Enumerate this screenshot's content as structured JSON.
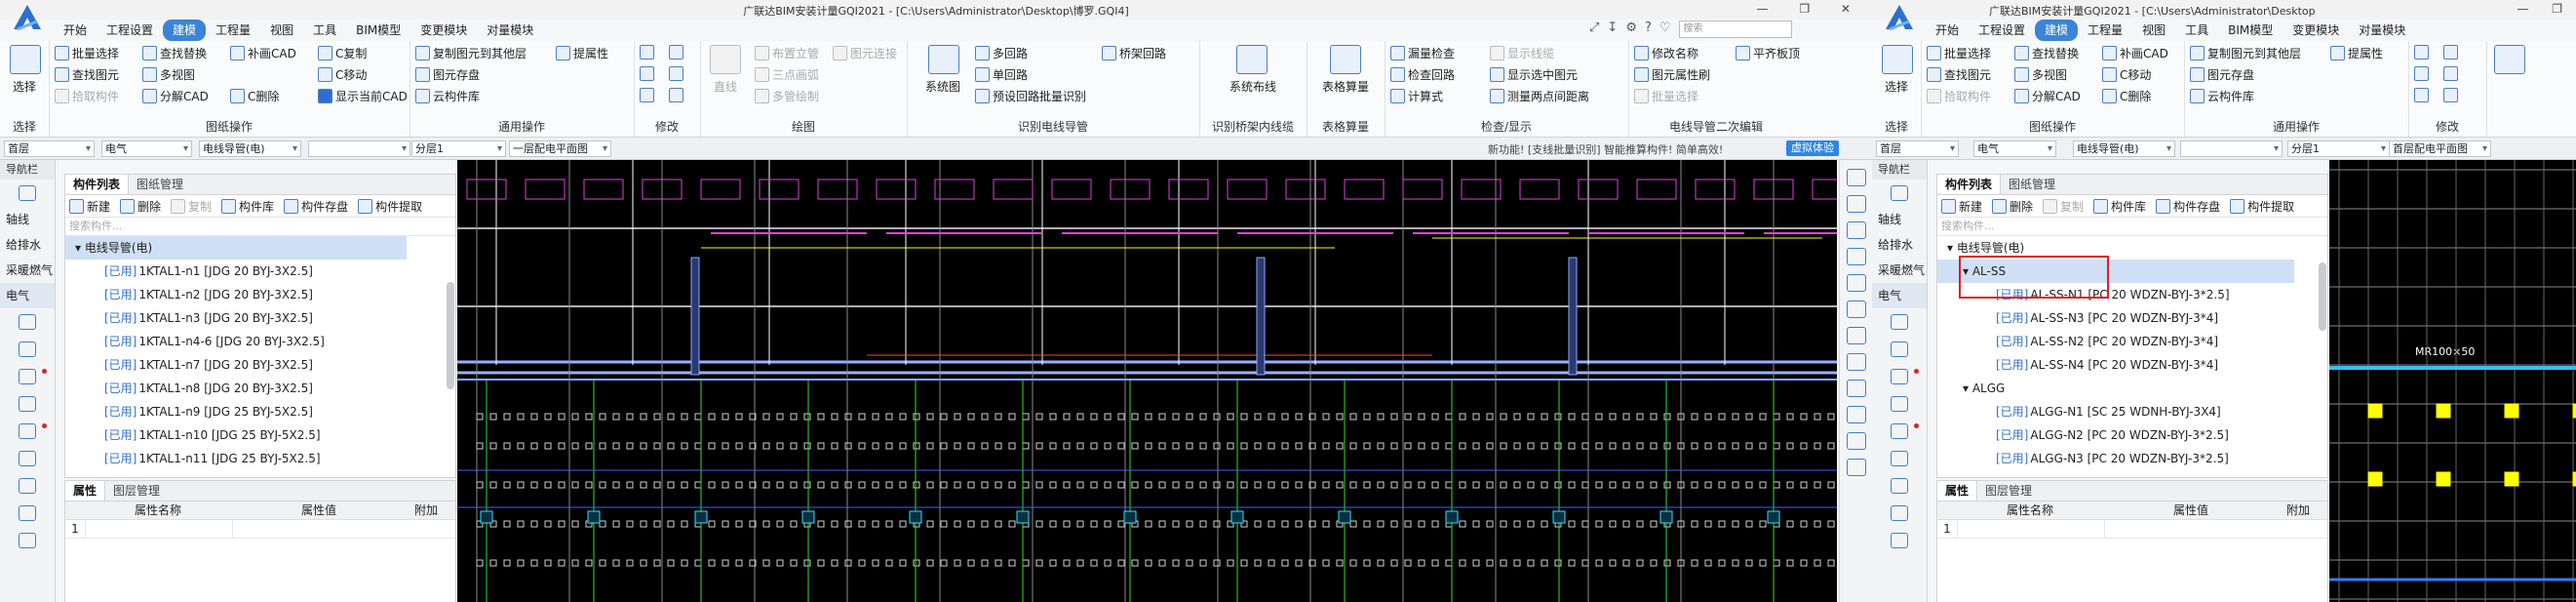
{
  "left_window": {
    "title": "广联达BIM安装计量GQI2021 - [C:\\Users\\Administrator\\Desktop\\博罗.GQI4]",
    "menu": [
      "开始",
      "工程设置",
      "建模",
      "工程量",
      "视图",
      "工具",
      "BIM模型",
      "变更模块",
      "对量模块"
    ],
    "active_menu": "建模",
    "search_placeholder": "搜索",
    "ribbon": {
      "select": {
        "big": "选择",
        "label": "选择"
      },
      "drawing_ops": {
        "label": "图纸操作",
        "items": [
          "批量选择",
          "查找替换",
          "补画CAD",
          "C复制",
          "查找图元",
          "多视图",
          "C移动",
          "拾取构件",
          "分解CAD",
          "C删除",
          "显示当前CAD"
        ]
      },
      "common_ops": {
        "label": "通用操作",
        "items": [
          "复制图元到其他层",
          "提属性",
          "图元存盘",
          "云构件库"
        ]
      },
      "modify": {
        "label": "修改"
      },
      "draw": {
        "label": "绘图",
        "items": [
          "直线",
          "布置立管",
          "图元连接",
          "三点画弧",
          "多管绘制"
        ]
      },
      "identify": {
        "label": "识别电线导管",
        "items": [
          "系统图",
          "多回路",
          "单回路",
          "桥架回路",
          "预设回路批量识别"
        ]
      },
      "tray": {
        "label": "识别桥架内线缆",
        "items": [
          "系统布线"
        ]
      },
      "table": {
        "label": "表格算量",
        "items": [
          "表格算量"
        ]
      },
      "check": {
        "label": "检查/显示",
        "items": [
          "漏量检查",
          "显示线缆",
          "检查回路",
          "显示选中图元",
          "计算式",
          "测量两点间距离"
        ]
      },
      "secondary": {
        "label": "电线导管二次编辑",
        "items": [
          "修改名称",
          "平齐板顶",
          "图元属性刷",
          "批量选择"
        ]
      }
    },
    "propbar": {
      "floor": "首层",
      "discipline": "电气",
      "type": "电线导管(电)",
      "blank": "",
      "sub": "分层1",
      "view": "一层配电平面图",
      "notice": "新功能!  [支线批量识别] 智能推算构件!  简单高效!",
      "try_button": "虚拟体验"
    },
    "nav": {
      "head": "导航栏",
      "items": [
        "轴线",
        "给排水",
        "采暖燃气",
        "电气"
      ]
    },
    "component_panel": {
      "tabs": [
        "构件列表",
        "图纸管理"
      ],
      "toolbar": [
        "新建",
        "删除",
        "复制",
        "构件库",
        "构件存盘",
        "构件提取"
      ],
      "search_placeholder": "搜索构件...",
      "root": "电线导管(电)",
      "rows": [
        {
          "used": "[已用]",
          "text": "1KTAL1-n1 [JDG 20 BYJ-3X2.5]"
        },
        {
          "used": "[已用]",
          "text": "1KTAL1-n2 [JDG 20 BYJ-3X2.5]"
        },
        {
          "used": "[已用]",
          "text": "1KTAL1-n3 [JDG 20 BYJ-3X2.5]"
        },
        {
          "used": "[已用]",
          "text": "1KTAL1-n4-6 [JDG 20 BYJ-3X2.5]"
        },
        {
          "used": "[已用]",
          "text": "1KTAL1-n7 [JDG 20 BYJ-3X2.5]"
        },
        {
          "used": "[已用]",
          "text": "1KTAL1-n8 [JDG 20 BYJ-3X2.5]"
        },
        {
          "used": "[已用]",
          "text": "1KTAL1-n9 [JDG 25 BYJ-5X2.5]"
        },
        {
          "used": "[已用]",
          "text": "1KTAL1-n10 [JDG 25 BYJ-5X2.5]"
        },
        {
          "used": "[已用]",
          "text": "1KTAL1-n11 [JDG 25 BYJ-5X2.5]"
        }
      ]
    },
    "property_panel": {
      "tabs": [
        "属性",
        "图层管理"
      ],
      "columns": [
        "属性名称",
        "属性值",
        "附加"
      ],
      "row_num": "1"
    }
  },
  "right_window": {
    "title": "广联达BIM安装计量GQI2021 - [C:\\Users\\Administrator\\Desktop",
    "menu": [
      "开始",
      "工程设置",
      "建模",
      "工程量",
      "视图",
      "工具",
      "BIM模型",
      "变更模块",
      "对量模块"
    ],
    "active_menu": "建模",
    "ribbon_items": [
      "选择",
      "批量选择",
      "查找替换",
      "补画CAD",
      "复制图元到其他层",
      "提属性",
      "查找图元",
      "多视图",
      "C移动",
      "图元存盘",
      "拾取构件",
      "分解CAD",
      "C删除",
      "云构件库"
    ],
    "group_labels": [
      "选择",
      "图纸操作",
      "通用操作",
      "修改"
    ],
    "propbar": {
      "floor": "首层",
      "discipline": "电气",
      "type": "电线导管(电)",
      "blank": "",
      "sub": "分层1",
      "view": "首层配电平面图"
    },
    "nav": {
      "head": "导航栏",
      "items": [
        "轴线",
        "给排水",
        "采暖燃气",
        "电气"
      ]
    },
    "component_panel": {
      "tabs": [
        "构件列表",
        "图纸管理"
      ],
      "toolbar": [
        "新建",
        "删除",
        "复制",
        "构件库",
        "构件存盘",
        "构件提取"
      ],
      "search_placeholder": "搜索构件...",
      "root": "电线导管(电)",
      "group1": "AL-SS",
      "group1_rows": [
        {
          "used": "[已用]",
          "text": "AL-SS-N1 [PC 20 WDZN-BYJ-3*2.5]"
        },
        {
          "used": "[已用]",
          "text": "AL-SS-N3 [PC 20 WDZN-BYJ-3*4]"
        },
        {
          "used": "[已用]",
          "text": "AL-SS-N2 [PC 20 WDZN-BYJ-3*4]"
        },
        {
          "used": "[已用]",
          "text": "AL-SS-N4 [PC 20 WDZN-BYJ-3*4]"
        }
      ],
      "group2": "ALGG",
      "group2_rows": [
        {
          "used": "[已用]",
          "text": "ALGG-N1 [SC 25 WDNH-BYJ-3X4]"
        },
        {
          "used": "[已用]",
          "text": "ALGG-N2 [PC 20 WDZN-BYJ-3*2.5]"
        },
        {
          "used": "[已用]",
          "text": "ALGG-N3 [PC 20 WDZN-BYJ-3*2.5]"
        }
      ]
    },
    "property_panel": {
      "tabs": [
        "属性",
        "图层管理"
      ],
      "columns": [
        "属性名称",
        "属性值",
        "附加"
      ],
      "row_num": "1"
    },
    "cad_label": "MR100×50"
  },
  "colors": {
    "accent": "#3b84d8",
    "used_link": "#2f6fd6",
    "highlight_red": "#e02020",
    "cad_bg": "#000000"
  }
}
